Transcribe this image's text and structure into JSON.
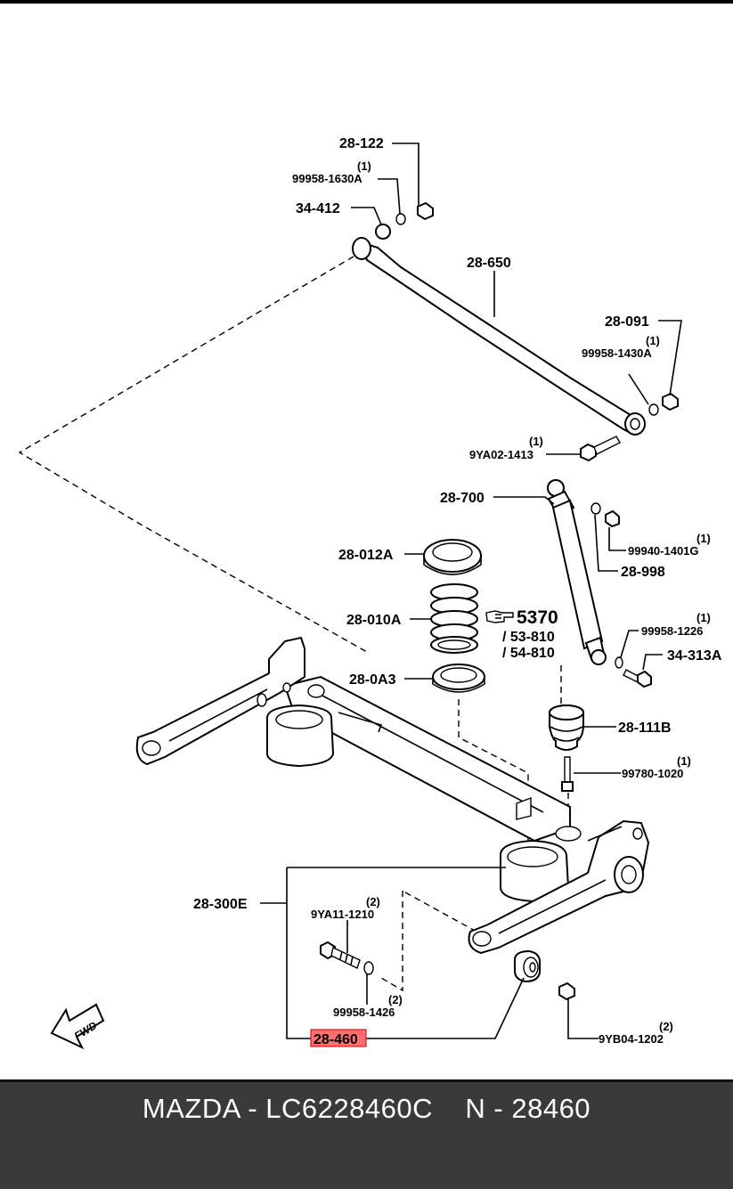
{
  "parts": {
    "p1": "28-122",
    "p2_qty": "(1)",
    "p2": "99958-1630A",
    "p3": "34-412",
    "p4": "28-650",
    "p5": "28-091",
    "p6_qty": "(1)",
    "p6": "99958-1430A",
    "p7_qty": "(1)",
    "p7": "9YA02-1413",
    "p8": "28-700",
    "p9_qty": "(1)",
    "p9": "99940-1401G",
    "p10": "28-998",
    "p11": "28-012A",
    "p12": "28-010A",
    "p13": "5370",
    "p14": "/ 53-810",
    "p15": "/ 54-810",
    "p16_qty": "(1)",
    "p16": "99958-1226",
    "p17": "34-313A",
    "p18": "28-0A3",
    "p19": "28-111B",
    "p20_qty": "(1)",
    "p20": "99780-1020",
    "p21": "28-300E",
    "p22_qty": "(2)",
    "p22": "9YA11-1210",
    "p23_qty": "(2)",
    "p23": "99958-1426",
    "p24": "28-460",
    "p25_qty": "(2)",
    "p25": "9YB04-1202",
    "fwd": "FWD"
  },
  "highlight_color": "#ff6f6f",
  "icons": {
    "reference": "pointing-hand-icon",
    "forward": "fwd-arrow-icon"
  },
  "footer": {
    "text": "MAZDA - LC6228460C    N - 28460"
  }
}
